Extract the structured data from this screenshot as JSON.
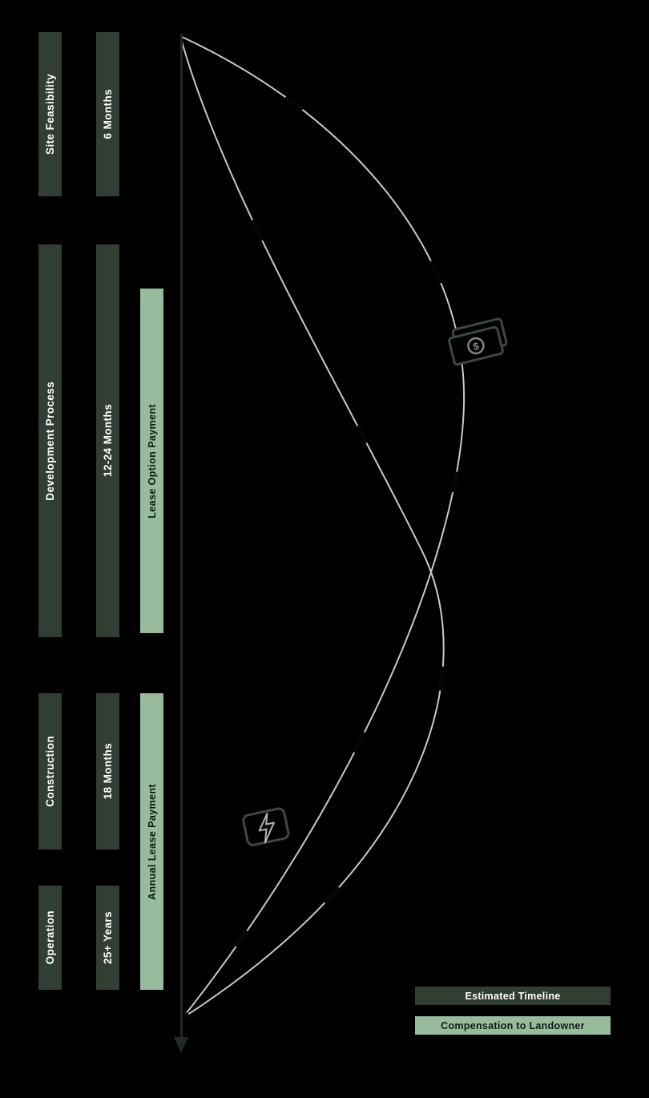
{
  "phases": [
    {
      "name": "Site Feasibility",
      "duration": "6 Months"
    },
    {
      "name": "Development Process",
      "duration": "12-24 Months"
    },
    {
      "name": "Construction",
      "duration": "18 Months"
    },
    {
      "name": "Operation",
      "duration": "25+ Years"
    }
  ],
  "compensation": [
    {
      "name": "Lease Option Payment"
    },
    {
      "name": "Annual Lease Payment"
    }
  ],
  "legend": [
    {
      "label": "Estimated Timeline"
    },
    {
      "label": "Compensation to Landowner"
    }
  ],
  "icons": [
    {
      "name": "money-icon"
    },
    {
      "name": "energy-icon"
    }
  ],
  "colors": {
    "background": "#000000",
    "phase_bar_dark_green": "#323d34",
    "compensation_bar_light_green": "#98bb9e",
    "curve_gray": "#c8c8c8",
    "text_on_dark": "#ffffff",
    "text_on_light": "#0b1c12"
  }
}
